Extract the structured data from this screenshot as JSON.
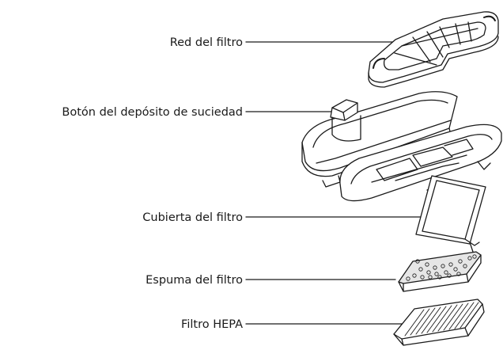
{
  "labels": {
    "filter_net": "Red del filtro",
    "dustbin_button": "Botón del depósito de suciedad",
    "filter_cover": "Cubierta del filtro",
    "filter_foam": "Espuma del filtro",
    "hepa_filter": "Filtro HEPA"
  },
  "colors": {
    "line": "#1a1a1a",
    "fill": "#ffffff",
    "shade": "#e6e6e6"
  }
}
